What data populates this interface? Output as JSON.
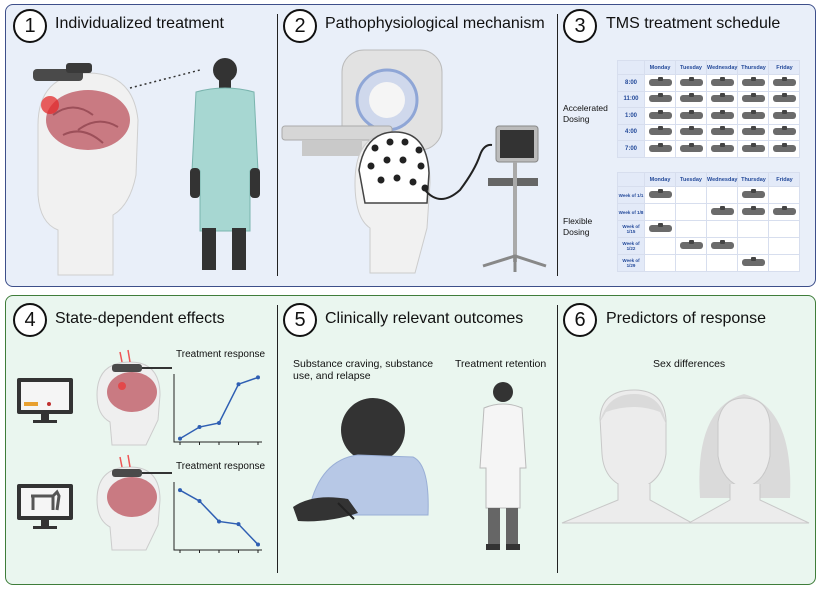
{
  "panels": {
    "p1": {
      "number": "1",
      "title": "Individualized treatment"
    },
    "p2": {
      "number": "2",
      "title": "Pathophysiological mechanism"
    },
    "p3": {
      "number": "3",
      "title": "TMS treatment schedule"
    },
    "p4": {
      "number": "4",
      "title": "State-dependent effects",
      "graph1_label": "Treatment response",
      "graph2_label": "Treatment response"
    },
    "p5": {
      "number": "5",
      "title": "Clinically relevant outcomes",
      "label_left": "Substance craving, substance use, and relapse",
      "label_right": "Treatment retention"
    },
    "p6": {
      "number": "6",
      "title": "Predictors of response",
      "label": "Sex differences"
    }
  },
  "schedule": {
    "days": [
      "Monday",
      "Tuesday",
      "Wednesday",
      "Thursday",
      "Friday"
    ],
    "accelerated": {
      "label": "Accelerated Dosing",
      "times": [
        "8:00",
        "11:00",
        "1:00",
        "4:00",
        "7:00"
      ],
      "grid": [
        [
          1,
          1,
          1,
          1,
          1
        ],
        [
          1,
          1,
          1,
          1,
          1
        ],
        [
          1,
          1,
          1,
          1,
          1
        ],
        [
          1,
          1,
          1,
          1,
          1
        ],
        [
          1,
          1,
          1,
          1,
          1
        ]
      ]
    },
    "flexible": {
      "label": "Flexible Dosing",
      "weeks": [
        "Week of 1/1",
        "Week of 1/8",
        "Week of 1/15",
        "Week of 1/22",
        "Week of 1/29"
      ],
      "grid": [
        [
          1,
          0,
          0,
          1,
          0
        ],
        [
          0,
          0,
          1,
          1,
          1
        ],
        [
          1,
          0,
          0,
          0,
          0
        ],
        [
          0,
          1,
          1,
          0,
          0
        ],
        [
          0,
          0,
          0,
          1,
          0
        ]
      ]
    }
  },
  "colors": {
    "top_panel_bg": "#e9eff9",
    "top_panel_border": "#3d4f8a",
    "bottom_panel_bg": "#eaf6ef",
    "bottom_panel_border": "#3f7d3a",
    "line_series": "#2f5fb3"
  },
  "chart_data": [
    {
      "type": "line",
      "title": "Treatment response",
      "xlabel": "",
      "ylabel": "",
      "x": [
        1,
        2,
        3,
        4,
        5
      ],
      "values": [
        0.05,
        0.22,
        0.28,
        0.85,
        0.95
      ]
    },
    {
      "type": "line",
      "title": "Treatment response",
      "xlabel": "",
      "ylabel": "",
      "x": [
        1,
        2,
        3,
        4,
        5
      ],
      "values": [
        0.88,
        0.72,
        0.42,
        0.38,
        0.08
      ]
    }
  ]
}
